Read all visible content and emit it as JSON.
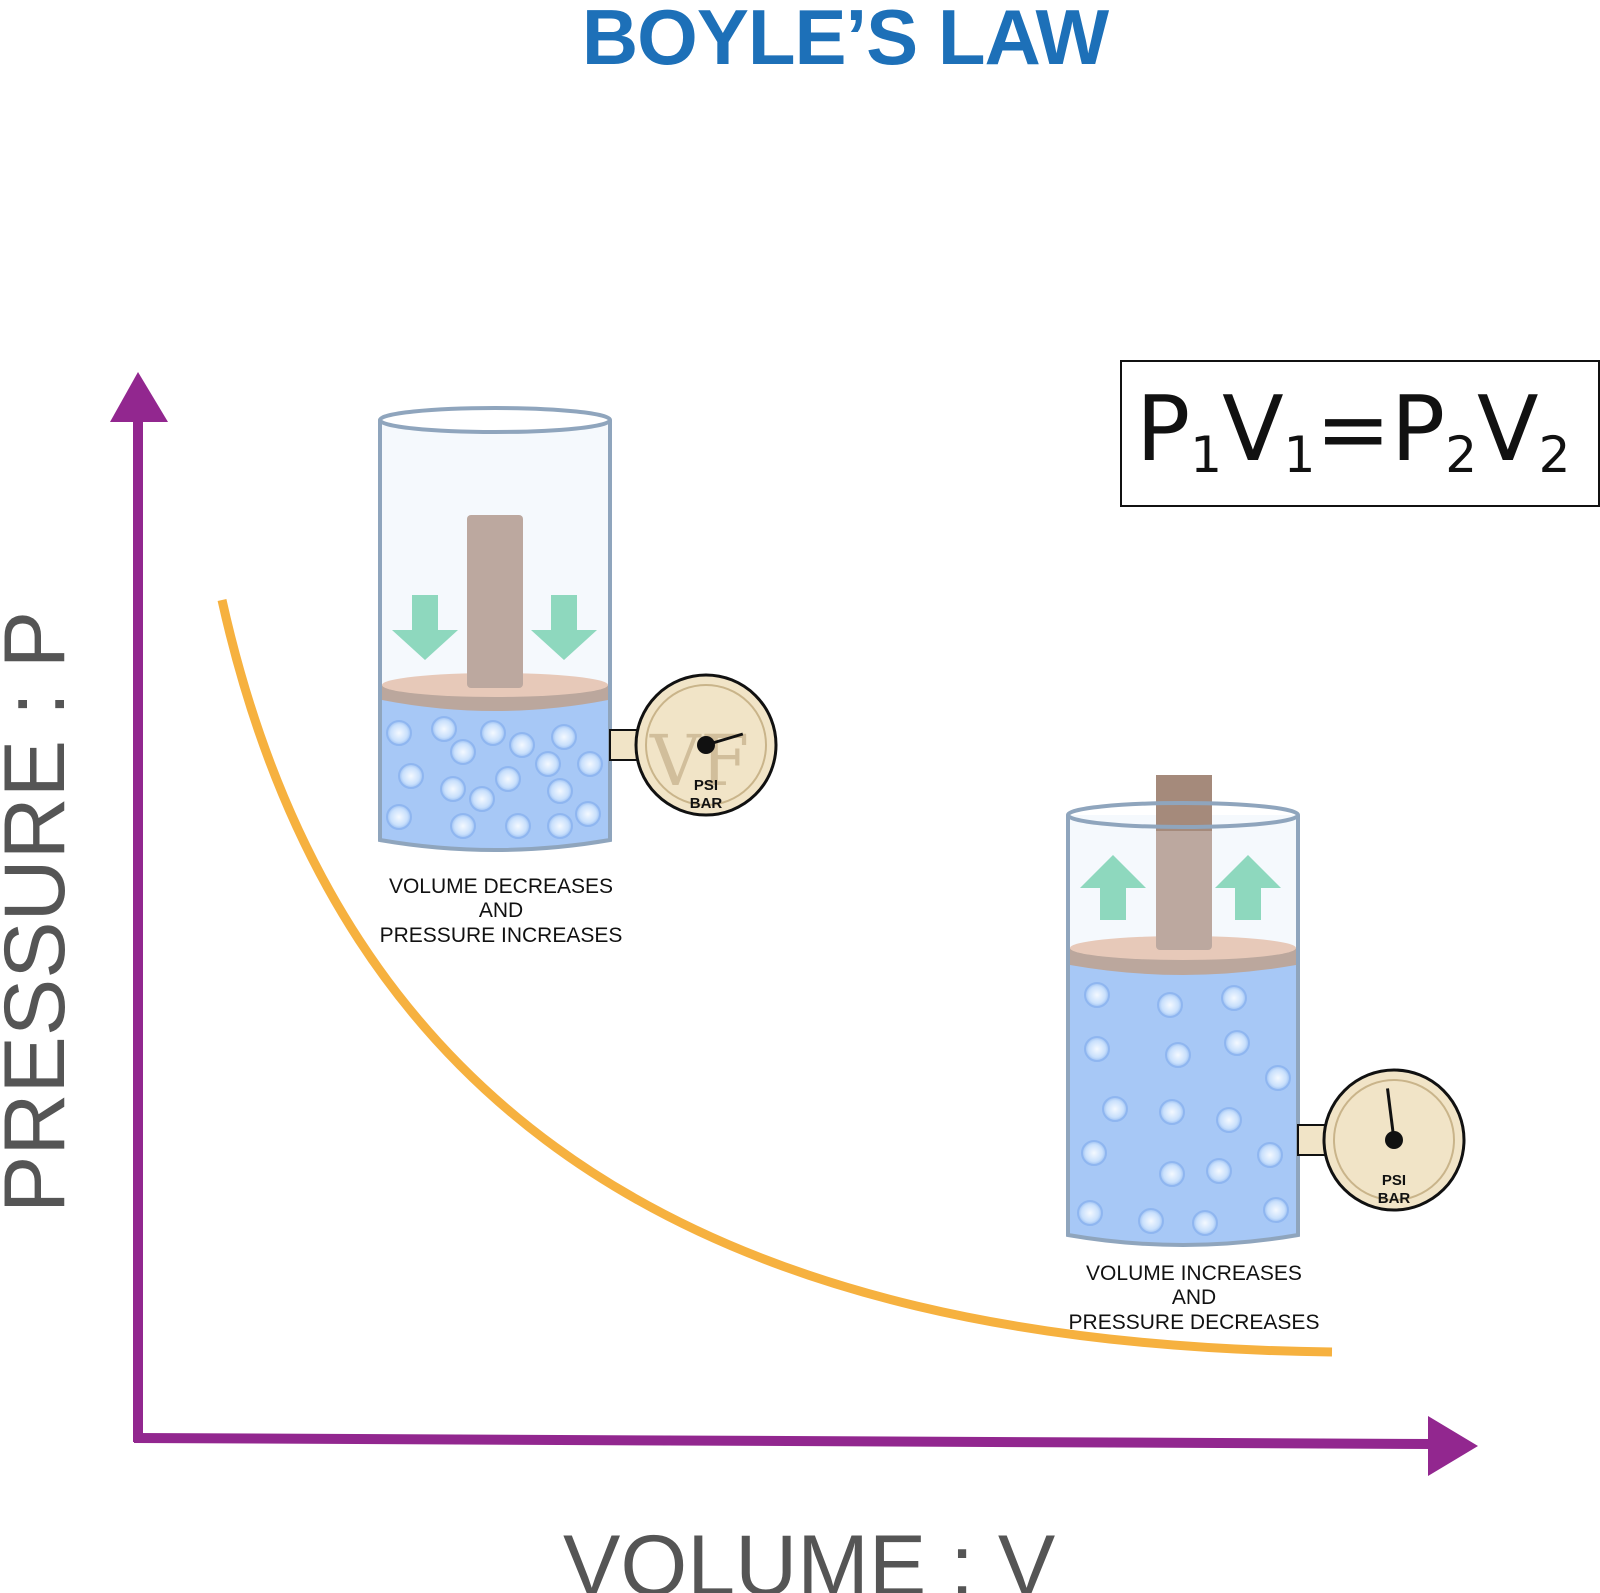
{
  "title": "BOYLE’S LAW",
  "colors": {
    "title": "#1d70b8",
    "axis": "#92278f",
    "curve": "#f6b13f",
    "gas": "#a7c8f6",
    "bubble": "#dcecff",
    "cylinder_outline": "#8fa5bd",
    "piston_rod": "#bca89f",
    "piston_plate": "#e7c9b9",
    "arrow": "#8ed8be",
    "gauge_face": "#f1e4c7"
  },
  "formula": {
    "p": "P",
    "v": "V",
    "sub1": "1",
    "sub2": "2",
    "equals": "="
  },
  "axes": {
    "y_label": "PRESSURE : P",
    "x_label": "VOLUME : V"
  },
  "left_cylinder": {
    "caption_line1": "VOLUME DECREASES",
    "caption_line2": "AND",
    "caption_line3": "PRESSURE INCREASES",
    "gauge_label_top": "PSI",
    "gauge_label_bottom": "BAR",
    "arrow_direction": "down",
    "gauge_level": 0.75
  },
  "right_cylinder": {
    "caption_line1": "VOLUME INCREASES",
    "caption_line2": "AND",
    "caption_line3": "PRESSURE DECREASES",
    "gauge_label_top": "PSI",
    "gauge_label_bottom": "BAR",
    "arrow_direction": "up",
    "gauge_level": 0.15
  },
  "watermark": "VF"
}
